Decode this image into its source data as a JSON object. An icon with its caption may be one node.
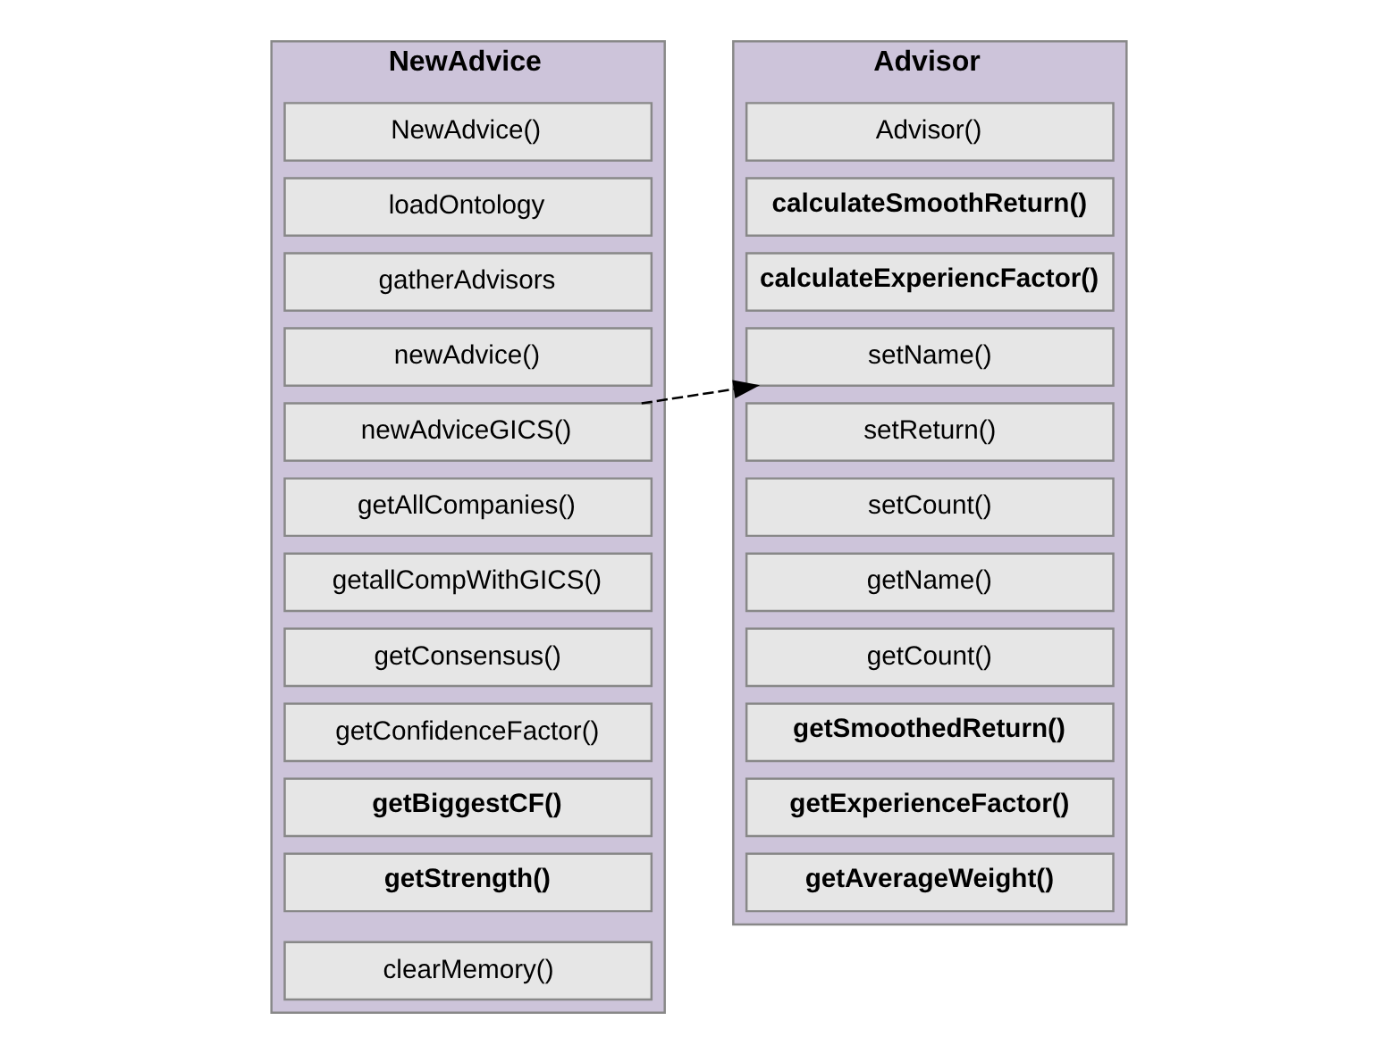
{
  "diagram": {
    "nodes": [
      {
        "text": [
          "NewAdvice"
        ]
      },
      {
        "text": [
          "NewAdvice()"
        ],
        "in": 0
      },
      {
        "text": [
          "loadOntology"
        ],
        "in": 0
      },
      {
        "text": [
          "gatherAdvisors"
        ],
        "in": 0
      },
      {
        "text": [
          "newAdvice()"
        ],
        "in": 0
      },
      {
        "text": [
          "newAdviceGICS()"
        ],
        "in": 0
      },
      {
        "text": [
          "getAllCompanies()"
        ],
        "in": 0
      },
      {
        "text": [
          "getallCompWithGICS()"
        ],
        "in": 0
      },
      {
        "text": [
          "getConsensus()"
        ],
        "in": 0
      },
      {
        "text": [
          "getConfidenceFactor()"
        ],
        "in": 0
      },
      {
        "text": [
          "getBiggestCF()"
        ],
        "in": 0
      },
      {
        "text": [
          "getStrength()"
        ],
        "in": 0
      },
      {
        "text": [
          "clearMemory()"
        ],
        "in": 0
      },
      {
        "text": [
          "Advisor"
        ]
      },
      {
        "text": [
          "Advisor()"
        ],
        "in": 13
      },
      {
        "text": [
          "calculateSmoothReturn()"
        ],
        "in": 13
      },
      {
        "text": [
          "calculateExperiencFactor()"
        ],
        "in": 13
      },
      {
        "text": [
          "setName()"
        ],
        "in": 13
      },
      {
        "text": [
          "setReturn()"
        ],
        "in": 13
      },
      {
        "text": [
          "setCount()"
        ],
        "in": 13
      },
      {
        "text": [
          "getName()"
        ],
        "in": 13
      },
      {
        "text": [
          "getCount()"
        ],
        "in": 13
      },
      {
        "text": [
          "getSmoothedReturn()"
        ],
        "in": 13
      },
      {
        "text": [
          "getExperienceFactor()"
        ],
        "in": 13
      },
      {
        "text": [
          "getAverageWeight()"
        ],
        "in": 13
      }
    ],
    "edges": [
      {
        "from": 5,
        "to": 17,
        "arrow": "to",
        "style": "dashed"
      }
    ]
  }
}
